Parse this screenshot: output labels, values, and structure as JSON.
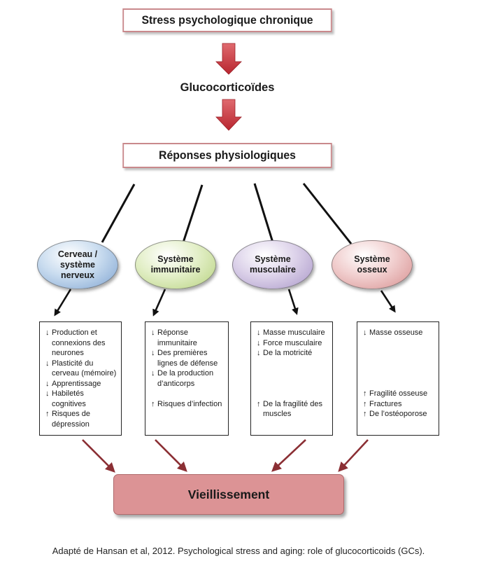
{
  "top": {
    "label": "Stress psychologique chronique"
  },
  "hormone": {
    "label": "Glucocorticoïdes"
  },
  "middle": {
    "label": "Réponses physiologiques"
  },
  "systems": [
    {
      "label_lines": [
        "Cerveau /",
        "système",
        "nerveux"
      ],
      "color": "#7ea3d1"
    },
    {
      "label_lines": [
        "Système",
        "immunitaire"
      ],
      "color": "#b7d27e"
    },
    {
      "label_lines": [
        "Système",
        "musculaire"
      ],
      "color": "#a996c8"
    },
    {
      "label_lines": [
        "Système",
        "osseux"
      ],
      "color": "#d78f8f"
    }
  ],
  "effects": [
    [
      {
        "arrow": "↓",
        "text": "Production et\nconnexions des\nneurones"
      },
      {
        "arrow": "↓",
        "text": "Plasticité du\ncerveau (mémoire)"
      },
      {
        "arrow": "↓",
        "text": "Apprentissage"
      },
      {
        "arrow": "↓",
        "text": "Habiletés\ncognitives"
      },
      {
        "arrow": "↑",
        "text": "Risques de\ndépression"
      }
    ],
    [
      {
        "arrow": "↓",
        "text": "Réponse\nimmunitaire"
      },
      {
        "arrow": "↓",
        "text": "Des premières\nlignes de défense"
      },
      {
        "arrow": "↓",
        "text": "De la production\nd’anticorps"
      },
      {
        "gap": true
      },
      {
        "arrow": "↑",
        "text": "Risques d’infection"
      }
    ],
    [
      {
        "arrow": "↓",
        "text": "Masse musculaire"
      },
      {
        "arrow": "↓",
        "text": "Force musculaire"
      },
      {
        "arrow": "↓",
        "text": "De la motricité"
      },
      {
        "gap": true
      },
      {
        "gap": true
      },
      {
        "gap": true
      },
      {
        "gap": true
      },
      {
        "arrow": "↑",
        "text": "De la fragilité des\nmuscles"
      }
    ],
    [
      {
        "arrow": "↓",
        "text": "Masse osseuse"
      },
      {
        "gap": true
      },
      {
        "gap": true
      },
      {
        "gap": true
      },
      {
        "gap": true
      },
      {
        "gap": true
      },
      {
        "arrow": "↑",
        "text": "Fragilité osseuse"
      },
      {
        "arrow": "↑",
        "text": "Fractures"
      },
      {
        "arrow": "↑",
        "text": "De l’ostéoporose"
      }
    ]
  ],
  "final": {
    "label": "Vieillissement"
  },
  "caption": "Adapté de Hansan et al, 2012. Psychological stress and aging: role of glucocorticoids (GCs).",
  "colors": {
    "box_border": "#c9898c",
    "final_fill": "#dc9395",
    "arrow_red": "#c0303a",
    "arrow_maroon": "#8b2f34"
  }
}
